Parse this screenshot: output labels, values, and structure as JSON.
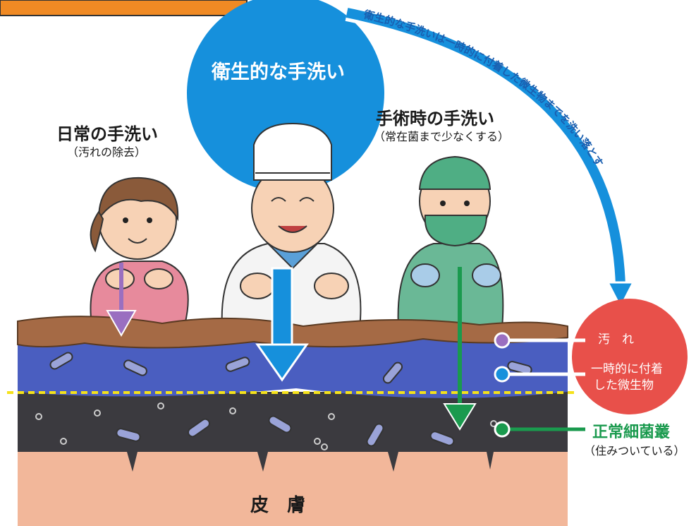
{
  "labels": {
    "hygienic": "衛生的な手洗い",
    "daily": "日常の手洗い",
    "daily_sub": "（汚れの除去）",
    "surgical": "手術時の手洗い",
    "surgical_sub": "（常在菌まで少なくする）",
    "arc_text": "衛生的な手洗いは一時的に付着した微生物までを洗い落とす",
    "dirt": "汚　れ",
    "transient_line1": "一時的に付着",
    "transient_line2": "した微生物",
    "resident": "正常細菌叢",
    "resident_sub": "（住みついている）",
    "skin": "皮　膚"
  },
  "colors": {
    "hygienic_circle": "#1690dc",
    "red_circle": "#e8504a",
    "dirt_layer": "#a56a45",
    "transient_layer": "#4a5ec0",
    "resident_layer": "#3b3a3f",
    "skin": "#f2b79a",
    "daily_arrow": "#9a6fc0",
    "hygienic_arrow": "#1690dc",
    "surgical_arrow": "#1a9a4e",
    "dashed_line": "#f5e21a",
    "orange_bar": "#f08a24"
  },
  "icons": [
    "girl-figure",
    "chef-figure",
    "surgeon-figure",
    "bacteria-icon"
  ]
}
